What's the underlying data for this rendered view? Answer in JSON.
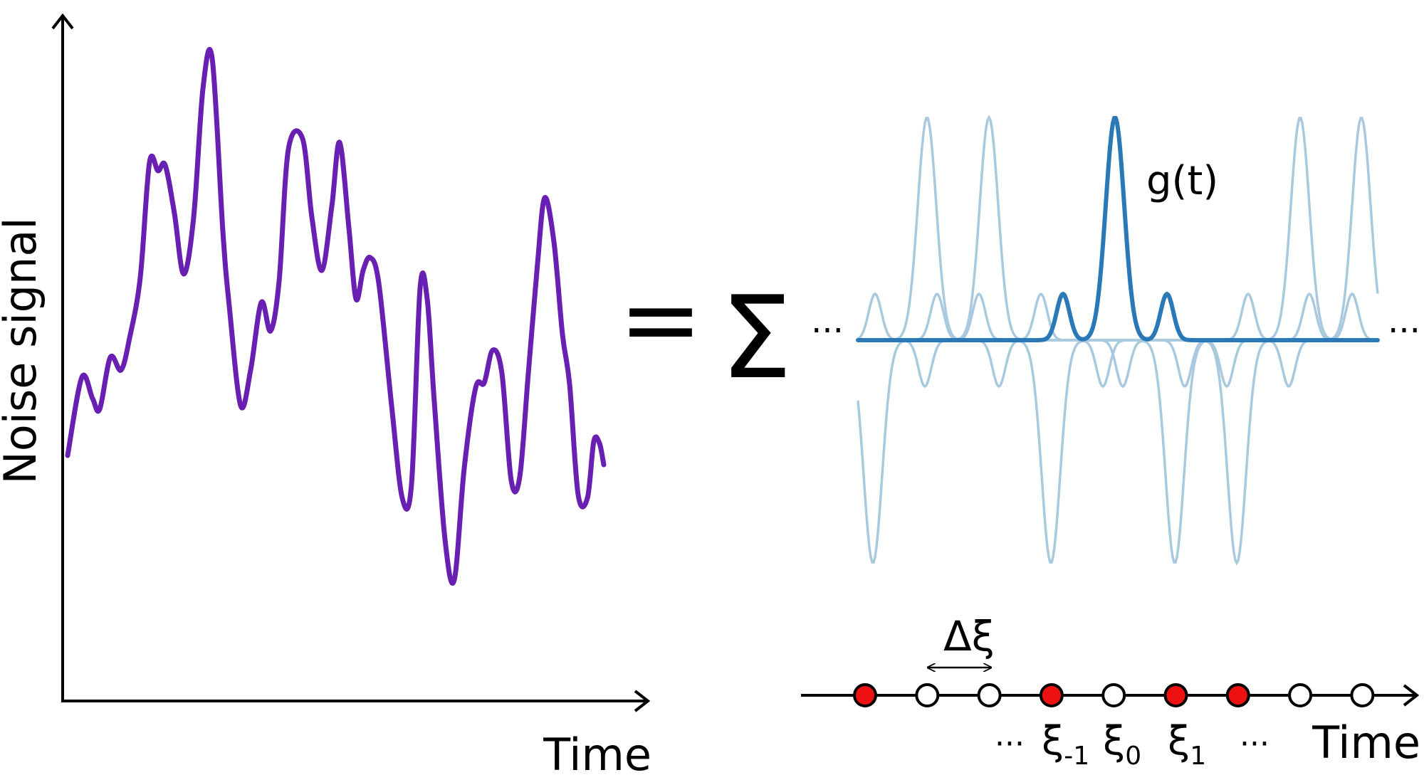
{
  "left_plot": {
    "ylabel": "Noise signal",
    "xlabel": "Time",
    "signal_color": "#6a1fb3"
  },
  "equation": {
    "equals": "=",
    "sum": "Σ",
    "left_dots": "···",
    "right_dots": "···"
  },
  "kernel": {
    "label": "g(t)",
    "highlight_color": "#2a78b6",
    "faint_color": "#a9c9de"
  },
  "lattice": {
    "delta_label": "Δξ",
    "xlabel": "Time",
    "dots_left": "···",
    "dots_right": "···",
    "xi": "ξ",
    "sub_minus1": "-1",
    "sub_0": "0",
    "sub_1": "1",
    "filled_color": "#ee1111",
    "open_color": "#ffffff",
    "points": [
      {
        "filled": true
      },
      {
        "filled": false
      },
      {
        "filled": false
      },
      {
        "filled": true
      },
      {
        "filled": false
      },
      {
        "filled": true
      },
      {
        "filled": true
      },
      {
        "filled": false
      },
      {
        "filled": false
      }
    ]
  }
}
